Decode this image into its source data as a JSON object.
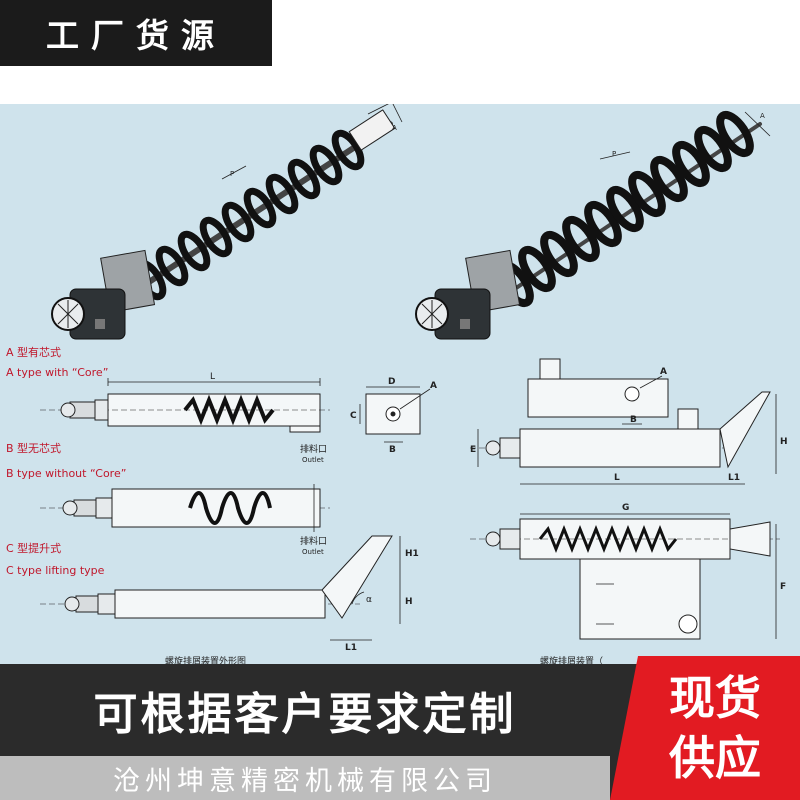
{
  "header": {
    "badge": "工厂货源"
  },
  "diagram": {
    "types": [
      {
        "cn": "A 型有芯式",
        "en": "A type with “Core”"
      },
      {
        "cn": "B 型无芯式",
        "en": "B type without “Core”"
      },
      {
        "cn": "C 型提升式",
        "en": "C type lifting type"
      }
    ],
    "outlet_cn": "排料口",
    "outlet_en": "Outlet",
    "dims": {
      "L": "L",
      "D": "D",
      "A": "A",
      "B": "B",
      "C": "C",
      "H": "H",
      "H1": "H1",
      "L1": "L1",
      "E": "E",
      "G": "G",
      "F": "F",
      "P": "P",
      "alpha": "α"
    },
    "caption_left": "螺旋排屑装置外形图",
    "caption_right": "螺旋排屑装置（"
  },
  "banner": {
    "main": "可根据客户要求定制",
    "company": "沧州坤意精密机械有限公司",
    "badge_line1": "现货",
    "badge_line2": "供应"
  },
  "colors": {
    "panel": "#cfe3ec",
    "accent_red": "#e21b22",
    "dark": "#2b2b2b",
    "label_red": "#c0172b"
  }
}
